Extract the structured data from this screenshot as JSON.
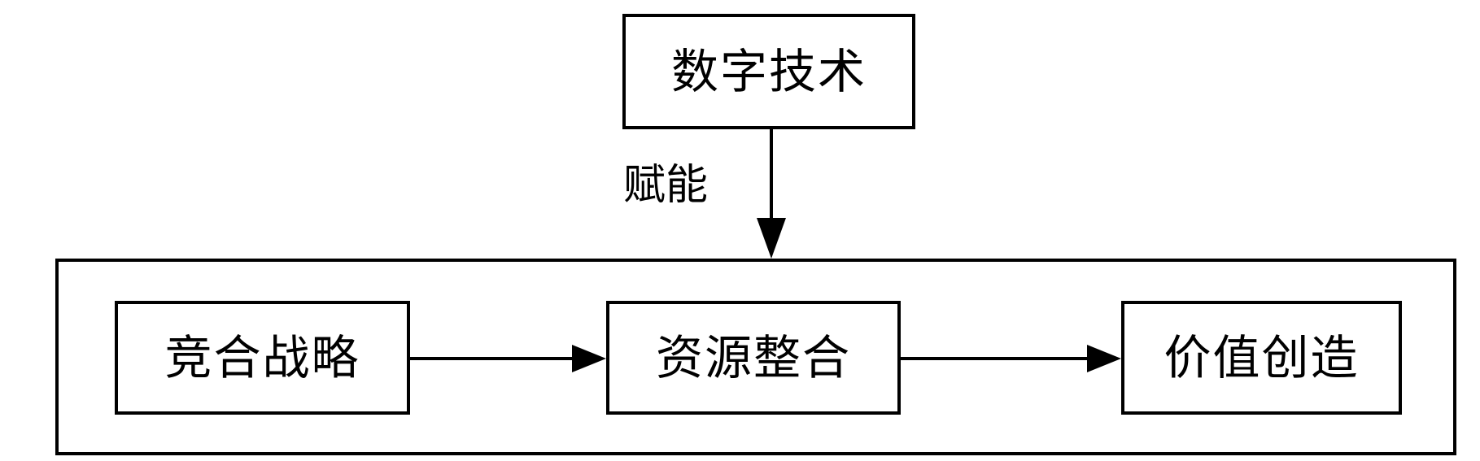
{
  "diagram": {
    "top_node": {
      "label": "数字技术"
    },
    "edge_label": "赋能",
    "process_nodes": [
      {
        "label": "竞合战略"
      },
      {
        "label": "资源整合"
      },
      {
        "label": "价值创造"
      }
    ]
  },
  "colors": {
    "stroke": "#000000",
    "background": "#ffffff"
  }
}
